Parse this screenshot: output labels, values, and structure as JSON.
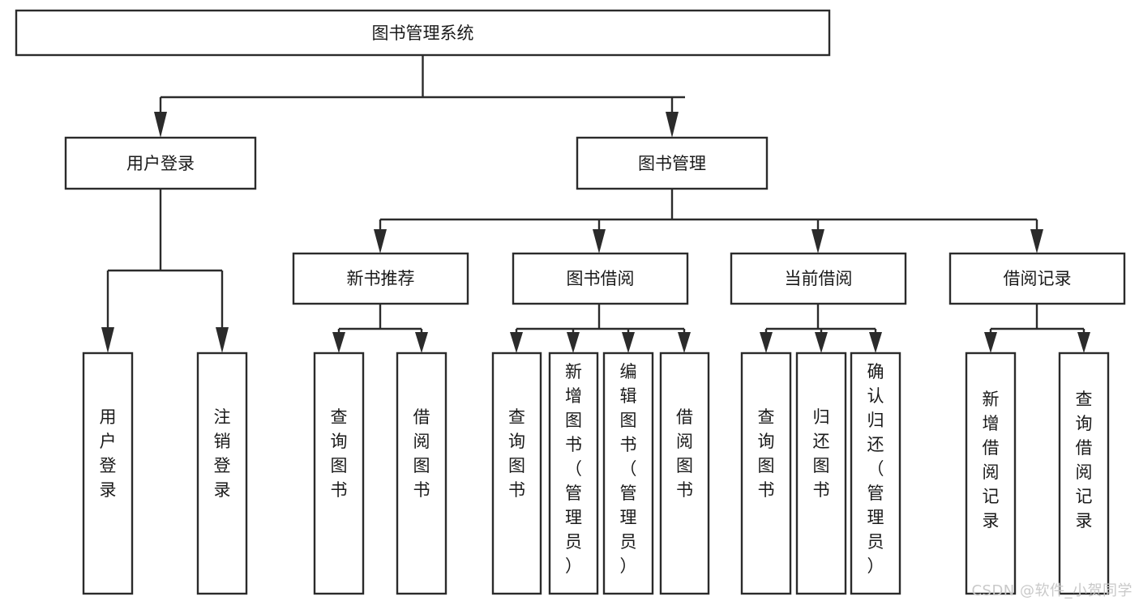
{
  "diagram": {
    "type": "tree-hierarchy-chart",
    "title": "图书管理系统",
    "watermark": "CSDN @软件_小贺同学",
    "colors": {
      "box_stroke": "#2b2b2b",
      "box_fill": "#ffffff",
      "text": "#1a1a1a",
      "background": "#ffffff",
      "watermark": "#c9c9c9"
    },
    "levels": {
      "root": {
        "label": "图书管理系统"
      },
      "level2": [
        {
          "label": "用户登录"
        },
        {
          "label": "图书管理"
        }
      ],
      "level3": [
        {
          "label": "新书推荐"
        },
        {
          "label": "图书借阅"
        },
        {
          "label": "当前借阅"
        },
        {
          "label": "借阅记录"
        }
      ],
      "leaves": {
        "user_login": [
          {
            "label": "用户登录"
          },
          {
            "label": "注销登录"
          }
        ],
        "new_book_recommend": [
          {
            "label": "查询图书"
          },
          {
            "label": "借阅图书"
          }
        ],
        "book_borrow": [
          {
            "label": "查询图书"
          },
          {
            "label": "新增图书（管理员）"
          },
          {
            "label": "编辑图书（管理员）"
          },
          {
            "label": "借阅图书"
          }
        ],
        "current_borrow": [
          {
            "label": "查询图书"
          },
          {
            "label": "归还图书"
          },
          {
            "label": "确认归还（管理员）"
          }
        ],
        "borrow_record": [
          {
            "label": "新增借阅记录"
          },
          {
            "label": "查询借阅记录"
          }
        ]
      }
    }
  }
}
